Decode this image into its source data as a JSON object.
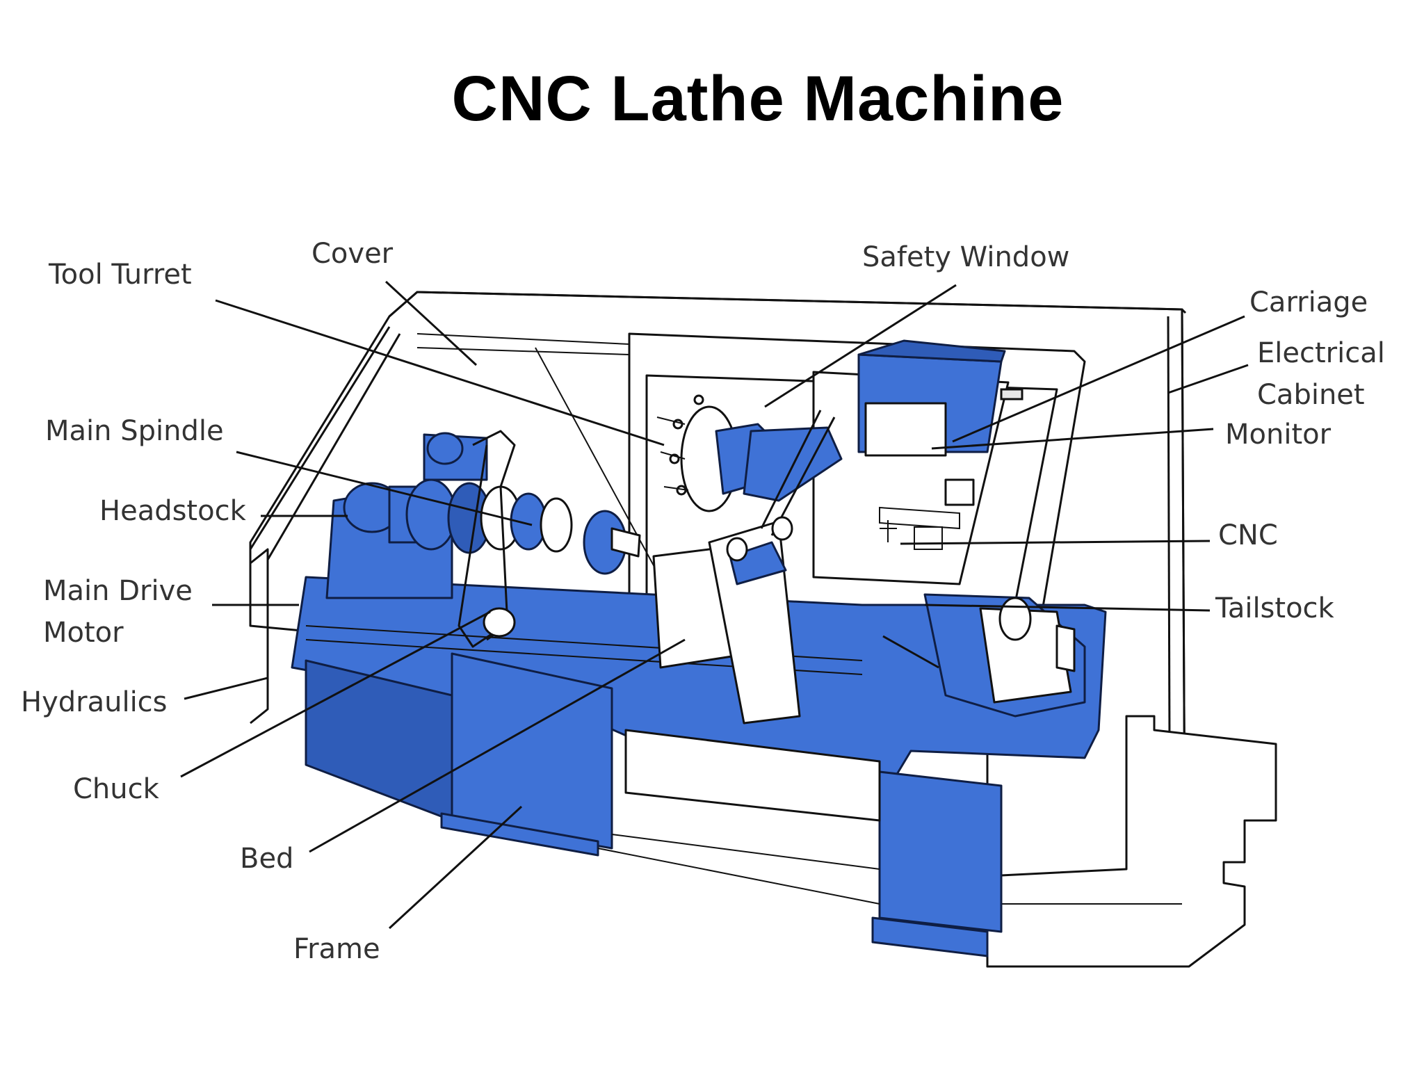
{
  "title": "CNC Lathe Machine",
  "colors": {
    "machine_blue": "#3f72d6",
    "outline": "#111111",
    "background": "#ffffff"
  },
  "labels": {
    "tool_turret": "Tool Turret",
    "cover": "Cover",
    "safety_window": "Safety Window",
    "carriage": "Carriage",
    "electrical_cabinet": "Electrical Cabinet",
    "monitor": "Monitor",
    "main_spindle": "Main Spindle",
    "headstock": "Headstock",
    "cnc": "CNC",
    "main_drive_motor": "Main Drive Motor",
    "tailstock": "Tailstock",
    "hydraulics": "Hydraulics",
    "chuck": "Chuck",
    "bed": "Bed",
    "frame": "Frame"
  }
}
